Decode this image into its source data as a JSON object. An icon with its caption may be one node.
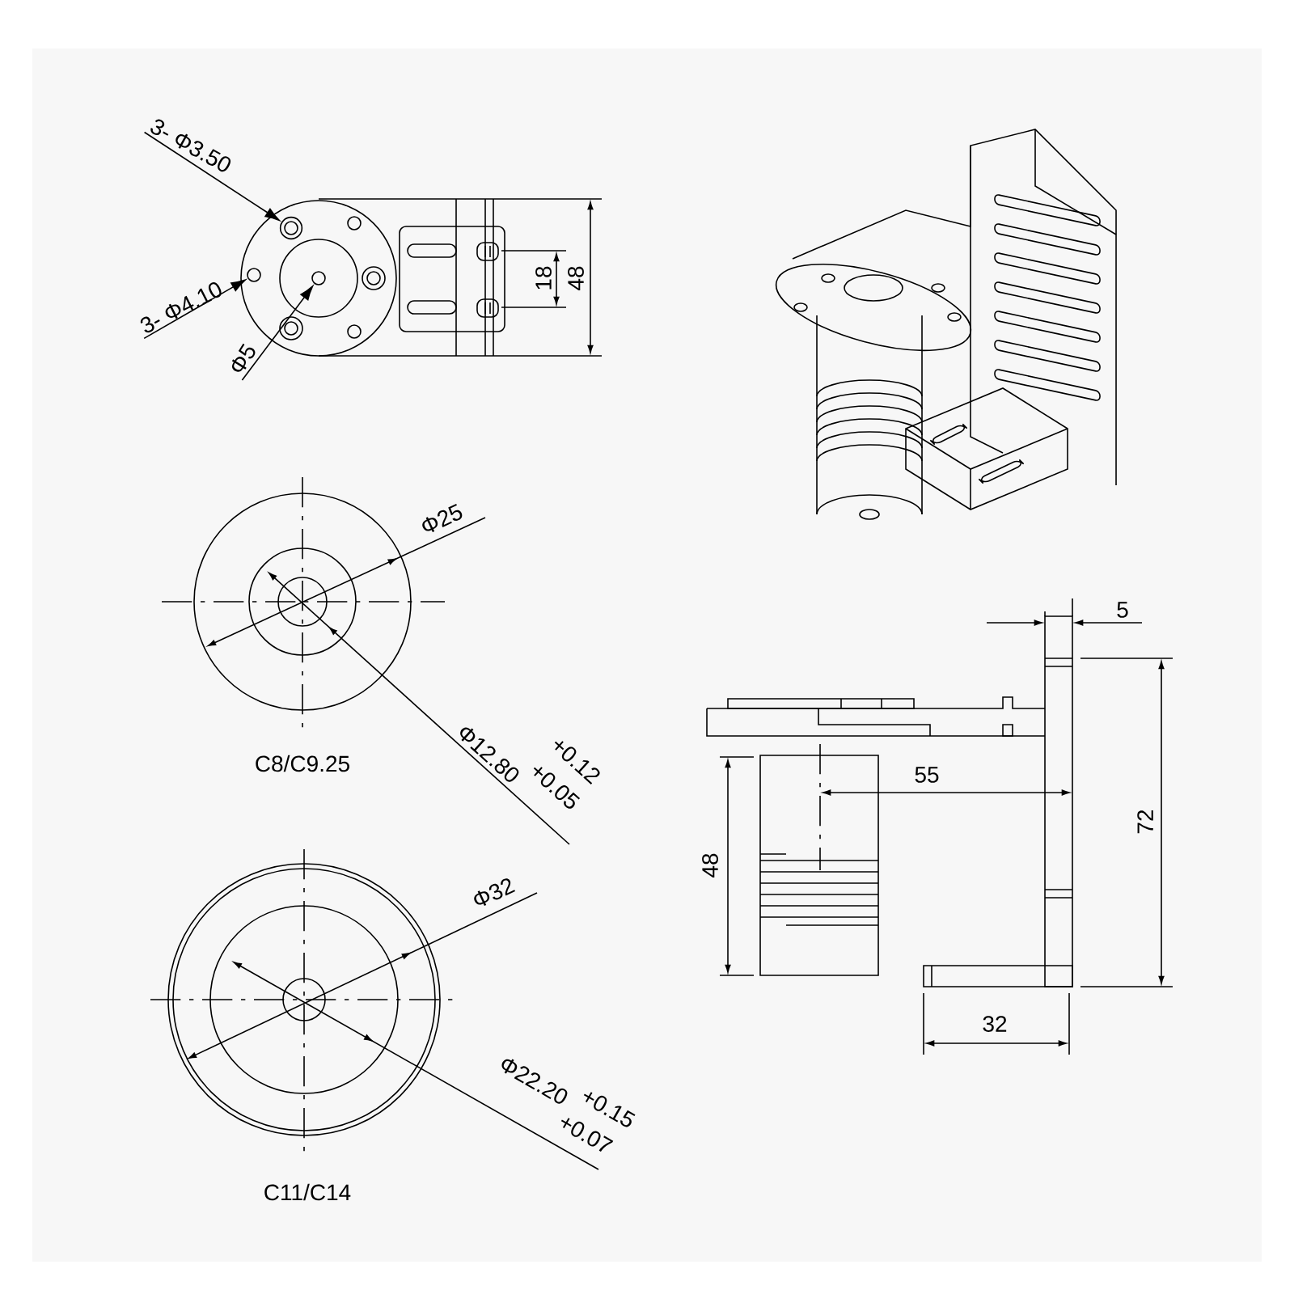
{
  "diagram": {
    "nodes": [
      {
        "text": [
          "3- Φ3.50"
        ]
      },
      {
        "text": [],
        "shape": "circle"
      },
      {
        "text": [
          "3- Φ4.10"
        ]
      },
      {
        "text": [],
        "shape": "circle"
      },
      {
        "text": [
          "Φ5"
        ]
      },
      {
        "text": [],
        "shape": "circle"
      }
    ],
    "edges": [
      {
        "from": 0,
        "to": 1,
        "arrow": "to"
      },
      {
        "from": 2,
        "to": 3,
        "arrow": "to"
      },
      {
        "from": 4,
        "to": 5,
        "arrow": "to"
      }
    ],
    "labels": [
      "18",
      "48",
      "Φ25",
      "Φ12.80",
      "+0.12",
      "+0.05",
      "C8/C9.25",
      "Φ32",
      "Φ22.20",
      "+0.15",
      "+0.07",
      "C11/C14",
      "5",
      "72",
      "55",
      "48",
      "32"
    ]
  }
}
